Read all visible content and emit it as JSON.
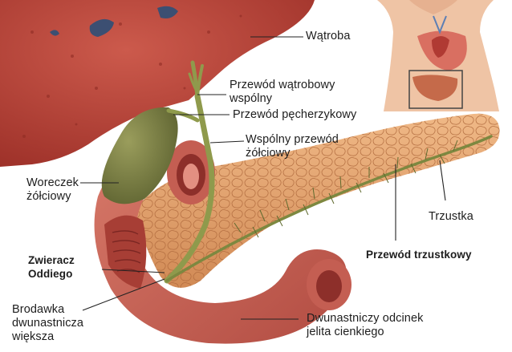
{
  "labels": {
    "liver": "Wątroba",
    "common_hepatic_duct": "Przewód wątrobowy\nwspólny",
    "cystic_duct": "Przewód pęcherzykowy",
    "common_bile_duct": "Wspólny przewód\nżółciowy",
    "gallbladder": "Woreczek\nżółciowy",
    "pancreas": "Trzustka",
    "pancreatic_duct": "Przewód trzustkowy",
    "sphincter_of_oddi": "Zwieracz\nOddiego",
    "major_duodenal_papilla": "Brodawka\ndwunastnicza\nwiększa",
    "duodenum": "Dwunastniczy odcinek\njelita cienkiego"
  },
  "colors": {
    "liver": "#b8433a",
    "gallbladder": "#7c8046",
    "duct": "#8f9a4c",
    "pancreas": "#e6a873",
    "duodenum": "#cf6a5c",
    "leader_line": "#222222"
  }
}
